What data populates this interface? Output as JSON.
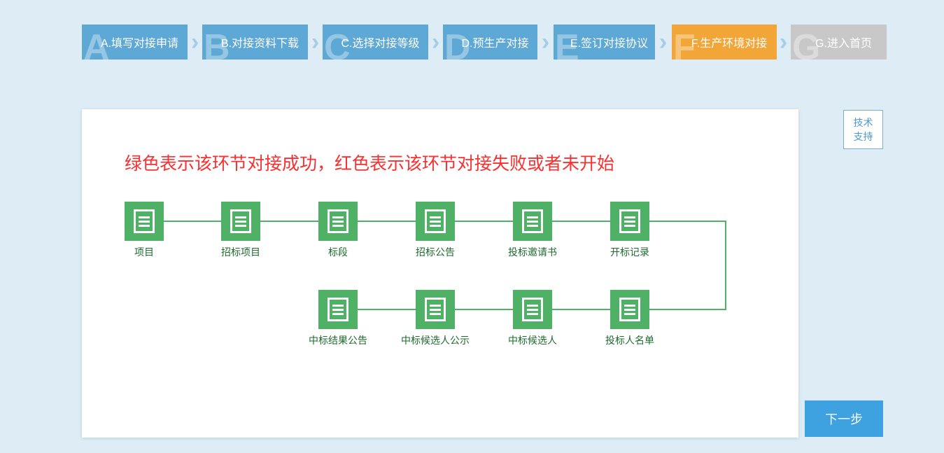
{
  "page": {
    "background_color": "#ddecf5",
    "accent_blue": "#5da8d4",
    "accent_orange": "#f2a637",
    "accent_gray": "#c8c8c8",
    "accent_green": "#4fb165",
    "button_blue": "#3fa2e0",
    "note_red": "#fb2f2f"
  },
  "stepbar": {
    "arrow_char": "›",
    "steps": [
      {
        "letter": "A",
        "label": "A.填写对接申请",
        "state": "done"
      },
      {
        "letter": "B",
        "label": "B.对接资料下载",
        "state": "done"
      },
      {
        "letter": "C",
        "label": "C.选择对接等级",
        "state": "done"
      },
      {
        "letter": "D",
        "label": "D.预生产对接",
        "state": "done"
      },
      {
        "letter": "E",
        "label": "E.签订对接协议",
        "state": "done"
      },
      {
        "letter": "F",
        "label": "F.生产环境对接",
        "state": "current"
      },
      {
        "letter": "G",
        "label": "G.进入首页",
        "state": "pending"
      }
    ]
  },
  "main": {
    "note": "绿色表示该环节对接成功，红色表示该环节对接失败或者未开始",
    "flow": {
      "icon": "document-icon",
      "top_row": [
        "项目",
        "招标项目",
        "标段",
        "招标公告",
        "投标邀请书",
        "开标记录"
      ],
      "bottom_row": [
        "中标结果公告",
        "中标候选人公示",
        "中标候选人",
        "投标人名单"
      ]
    }
  },
  "sidebar": {
    "support_line1": "技术",
    "support_line2": "支持"
  },
  "footer": {
    "next_label": "下一步"
  }
}
